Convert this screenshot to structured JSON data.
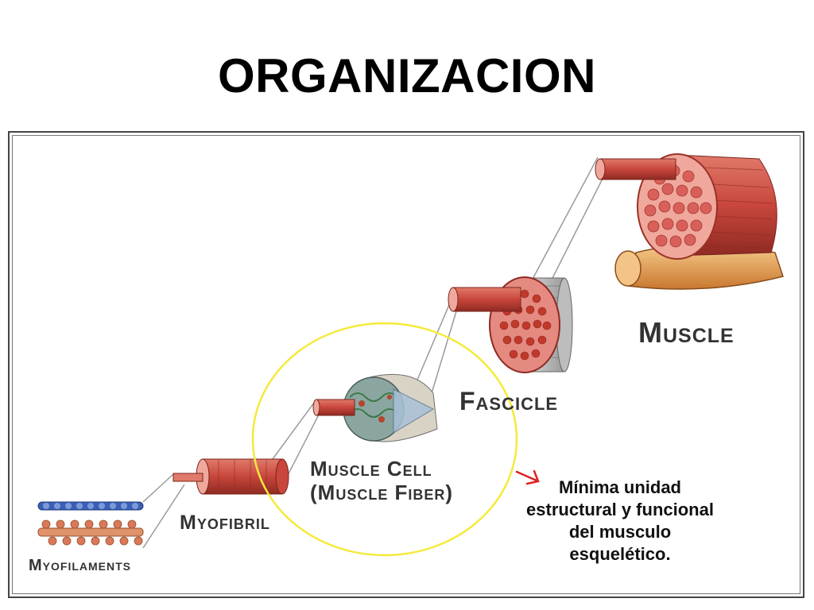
{
  "title": "ORGANIZACION",
  "stages": {
    "muscle": "Muscle",
    "fascicle": "Fascicle",
    "muscle_cell_line1": "Muscle Cell",
    "muscle_cell_line2": "(Muscle Fiber)",
    "myofibril": "Myofibril",
    "myofilaments": "Myofilaments"
  },
  "caption": {
    "line1": "Mínima unidad",
    "line2": "estructural y funcional",
    "line3": "del musculo",
    "line4": "esquelético."
  },
  "colors": {
    "muscle_red": "#c8463c",
    "muscle_pink": "#f0a89c",
    "bone": "#e8a25a",
    "highlight_circle": "#f5ea3a",
    "arrow": "#e02020",
    "myofilament_blue": "#3a5fb8"
  }
}
